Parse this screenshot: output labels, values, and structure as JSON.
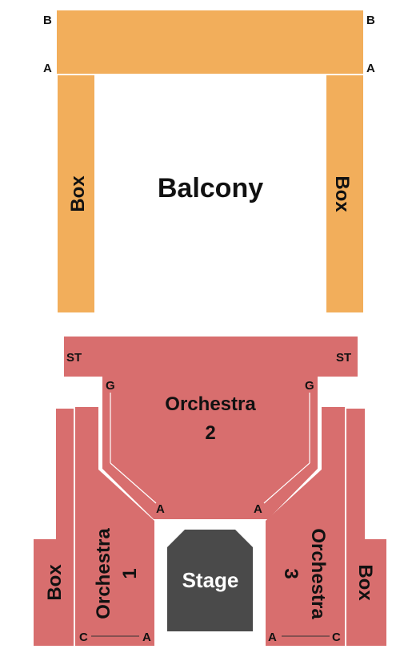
{
  "colors": {
    "balcony": "#f2ae5b",
    "orchestra": "#d86e6e",
    "stage": "#4a4a4a",
    "background": "#ffffff",
    "text": "#111111",
    "divider": "#ffffff"
  },
  "balcony": {
    "label": "Balcony",
    "rows": {
      "b_left": "B",
      "b_right": "B",
      "a_left": "A",
      "a_right": "A"
    },
    "box_left": "Box",
    "box_right": "Box"
  },
  "orchestra": {
    "standing_left": "ST",
    "standing_right": "ST",
    "orchestra2_line1": "Orchestra",
    "orchestra2_line2": "2",
    "o2_row_g_left": "G",
    "o2_row_g_right": "G",
    "o2_row_a_left": "A",
    "o2_row_a_right": "A",
    "orchestra1_line1": "Orchestra",
    "orchestra1_line2": "1",
    "orchestra3_line1": "Orchestra",
    "orchestra3_line2": "3",
    "o1_row_c": "C",
    "o1_row_a": "A",
    "o3_row_a": "A",
    "o3_row_c": "C",
    "box_left": "Box",
    "box_right": "Box"
  },
  "stage": {
    "label": "Stage"
  }
}
